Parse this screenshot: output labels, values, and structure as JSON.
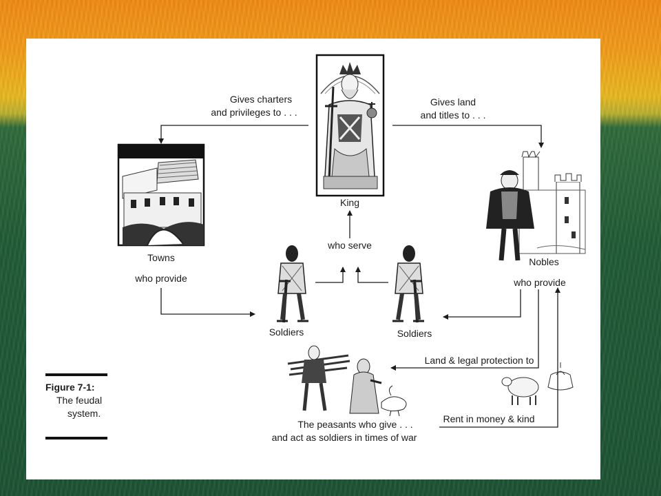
{
  "nodes": {
    "king": "King",
    "towns": "Towns",
    "nobles": "Nobles",
    "soldiers_left": "Soldiers",
    "soldiers_right": "Soldiers"
  },
  "edges": {
    "charters_line1": "Gives charters",
    "charters_line2": "and privileges to . . .",
    "land_line1": "Gives land",
    "land_line2": "and titles to . . .",
    "who_serve": "who serve",
    "towns_provide": "who provide",
    "nobles_provide": "who provide",
    "protection": "Land & legal protection to",
    "rent": "Rent in money & kind",
    "peasants_line1": "The peasants who give . . .",
    "peasants_line2": "and act as soldiers in times of war"
  },
  "caption": {
    "title": "Figure 7-1:",
    "line1": "The feudal",
    "line2": "system."
  },
  "colors": {
    "ink": "#1b1b1b",
    "panel": "#ffffff",
    "banner_top": "#f08a14",
    "banner_bottom": "#1c5232"
  }
}
